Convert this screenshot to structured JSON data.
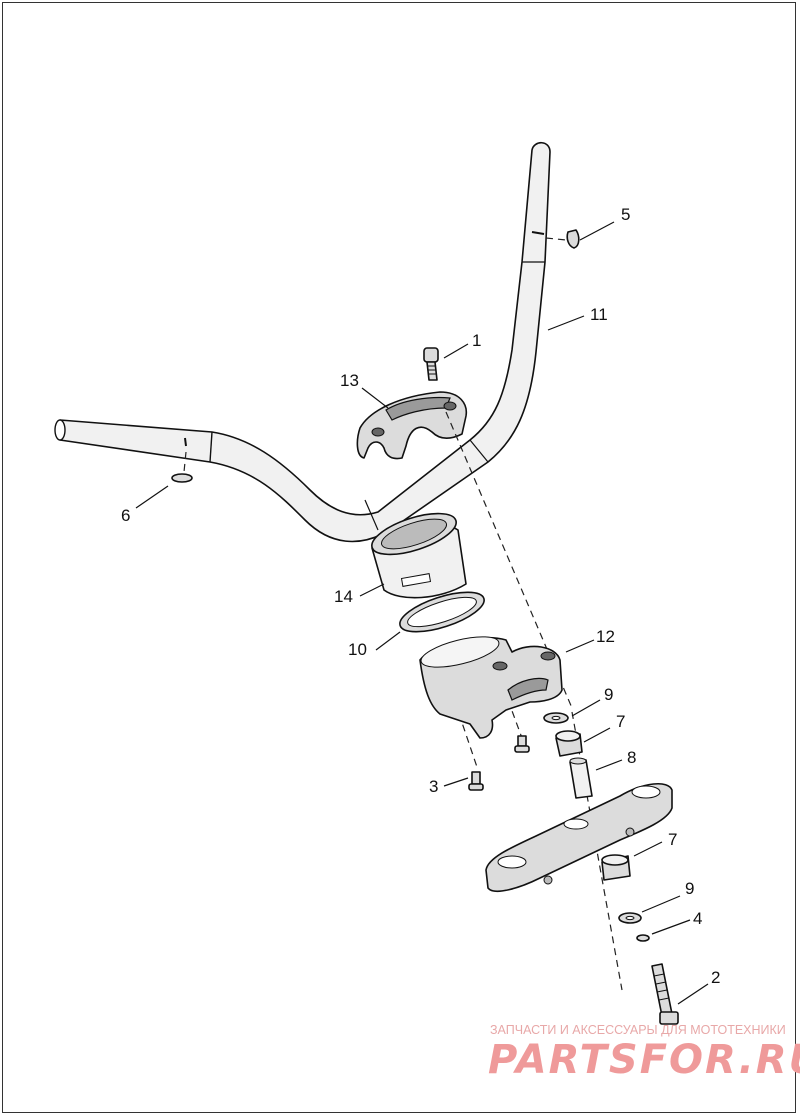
{
  "callouts": [
    {
      "id": "c1",
      "label": "1"
    },
    {
      "id": "c2",
      "label": "2"
    },
    {
      "id": "c3",
      "label": "3"
    },
    {
      "id": "c4",
      "label": "4"
    },
    {
      "id": "c5",
      "label": "5"
    },
    {
      "id": "c6",
      "label": "6"
    },
    {
      "id": "c7a",
      "label": "7"
    },
    {
      "id": "c7b",
      "label": "7"
    },
    {
      "id": "c8",
      "label": "8"
    },
    {
      "id": "c9a",
      "label": "9"
    },
    {
      "id": "c9b",
      "label": "9"
    },
    {
      "id": "c10",
      "label": "10"
    },
    {
      "id": "c11",
      "label": "11"
    },
    {
      "id": "c12",
      "label": "12"
    },
    {
      "id": "c13",
      "label": "13"
    },
    {
      "id": "c14",
      "label": "14"
    }
  ],
  "watermark": {
    "tagline": "ЗАПЧАСТИ И АКСЕССУАРЫ ДЛЯ МОТОТЕХНИКИ",
    "brand": "PARTSFOR.RU",
    "color": "#ef9a9a"
  }
}
